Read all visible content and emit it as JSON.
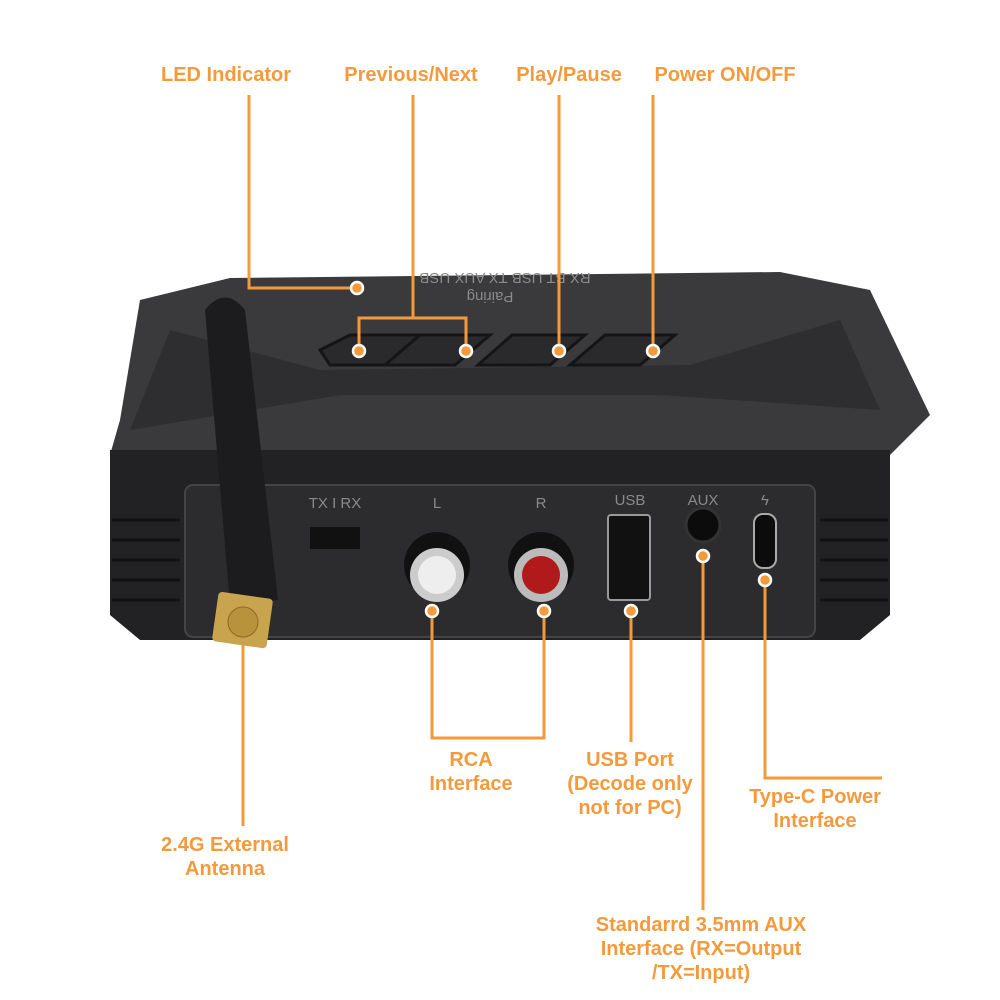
{
  "callouts": {
    "led": "LED Indicator",
    "prev_next": "Previous/Next",
    "play_pause": "Play/Pause",
    "power": "Power ON/OFF",
    "rca": [
      "RCA",
      "Interface"
    ],
    "usb": [
      "USB Port",
      "(Decode only",
      "not for PC)"
    ],
    "typec": [
      "Type-C Power",
      "Interface"
    ],
    "antenna": [
      "2.4G External",
      "Antenna"
    ],
    "aux": [
      "Standarrd 3.5mm AUX",
      "Interface (RX=Output",
      "/TX=Input)"
    ]
  },
  "device": {
    "top_modes": "RX  BT  USB  TX  AUX  USB",
    "pairing": "Pairing",
    "switch": "TX I RX",
    "rca_left": "L",
    "rca_right": "R",
    "usb": "USB",
    "aux": "AUX",
    "power_symbol": "ϟ"
  },
  "colors": {
    "accent": "#f39a3c",
    "body": "#2a2a2c"
  }
}
